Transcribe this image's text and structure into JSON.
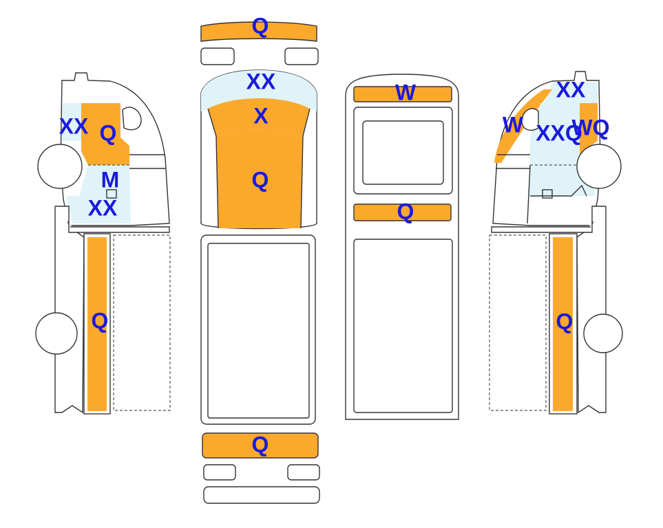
{
  "colors": {
    "damage_fill": "#fba92d",
    "glass_fill": "#dff3f9",
    "outline": "#333333",
    "label": "#1a1adc"
  },
  "labels": {
    "left": {
      "window_front": "XX",
      "door": "Q",
      "lower_mirror": "M",
      "step": "XX",
      "bed_side": "Q"
    },
    "top": {
      "bumper": "Q",
      "windshield": "XX",
      "cab_roof": "X",
      "hood": "Q",
      "tailgate": "Q"
    },
    "rear": {
      "rear_window_strip": "W",
      "lower_strip": "Q"
    },
    "right": {
      "top_glass": "XX",
      "pillar": "W",
      "door_glass": "XXQ",
      "door_edge": "WQ",
      "bed_side": "Q"
    }
  }
}
